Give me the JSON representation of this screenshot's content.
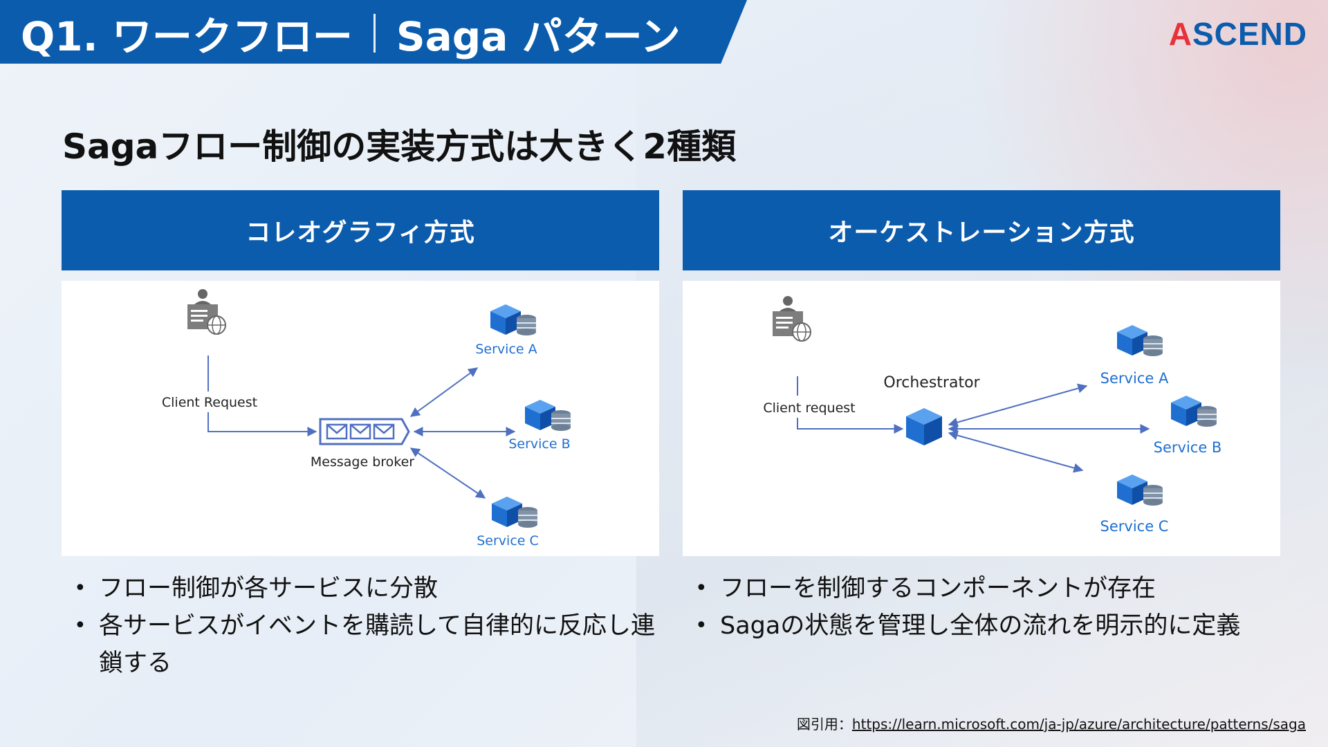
{
  "header": {
    "title_part1": "Q1. ワークフロー",
    "title_part2": "Saga パターン",
    "logo_first": "A",
    "logo_rest": "SCEND"
  },
  "subtitle": "Sagaフロー制御の実装方式は大きく2種類",
  "left": {
    "heading": "コレオグラフィ方式",
    "diagram": {
      "client_label": "Client Request",
      "broker_label": "Message broker",
      "service_a": "Service A",
      "service_b": "Service B",
      "service_c": "Service C"
    },
    "bullets": [
      "フロー制御が各サービスに分散",
      "各サービスがイベントを購読して自律的に反応し連鎖する"
    ]
  },
  "right": {
    "heading": "オーケストレーション方式",
    "diagram": {
      "client_label": "Client request",
      "orchestrator_label": "Orchestrator",
      "service_a": "Service A",
      "service_b": "Service B",
      "service_c": "Service C"
    },
    "bullets": [
      "フローを制御するコンポーネントが存在",
      "Sagaの状態を管理し全体の流れを明示的に定義"
    ]
  },
  "citation": {
    "prefix": "図引用：",
    "url": "https://learn.microsoft.com/ja-jp/azure/architecture/patterns/saga"
  },
  "colors": {
    "brand_blue": "#0b5cad",
    "logo_red": "#e8323a",
    "service_blue": "#1f6fd1",
    "arrow_blue": "#4f6fc0"
  }
}
